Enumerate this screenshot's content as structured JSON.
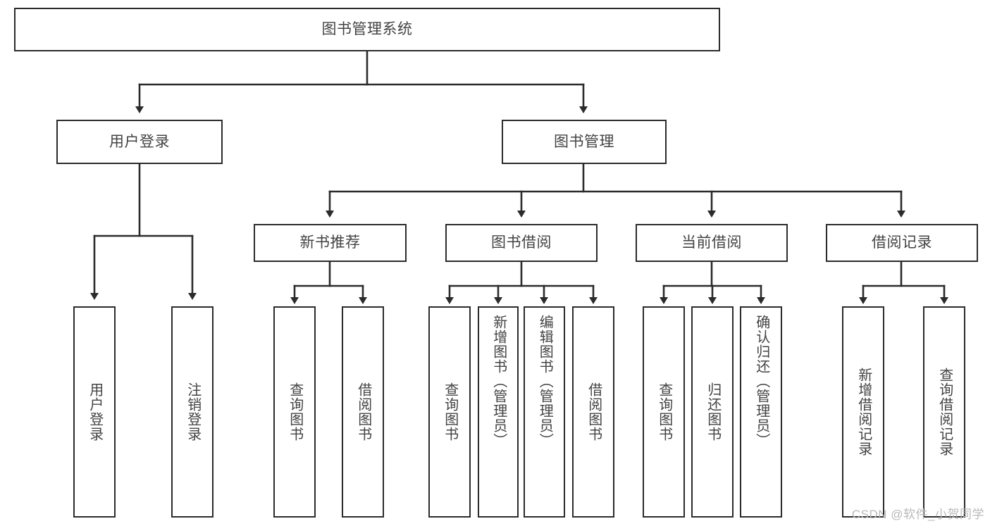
{
  "diagram": {
    "type": "tree-hierarchy",
    "title": "图书管理系统",
    "watermark": "CSDN @软件_小贺同学",
    "colors": {
      "stroke": "#2b2b2b",
      "text": "#434343",
      "background": "#ffffff",
      "watermark": "#b9b9b9"
    },
    "root": {
      "label": "图书管理系统"
    },
    "level2": [
      {
        "label": "用户登录"
      },
      {
        "label": "图书管理"
      }
    ],
    "level3": [
      {
        "label": "新书推荐"
      },
      {
        "label": "图书借阅"
      },
      {
        "label": "当前借阅"
      },
      {
        "label": "借阅记录"
      }
    ],
    "leaves": {
      "user_login": [
        {
          "label": "用户登录"
        },
        {
          "label": "注销登录"
        }
      ],
      "new_book_recommend": [
        {
          "label": "查询图书"
        },
        {
          "label": "借阅图书"
        }
      ],
      "book_borrow": [
        {
          "label": "查询图书"
        },
        {
          "label": "新增图书（管理员）"
        },
        {
          "label": "编辑图书（管理员）"
        },
        {
          "label": "借阅图书"
        }
      ],
      "current_borrow": [
        {
          "label": "查询图书"
        },
        {
          "label": "归还图书"
        },
        {
          "label": "确认归还（管理员）"
        }
      ],
      "borrow_record": [
        {
          "label": "新增借阅记录"
        },
        {
          "label": "查询借阅记录"
        }
      ]
    }
  }
}
